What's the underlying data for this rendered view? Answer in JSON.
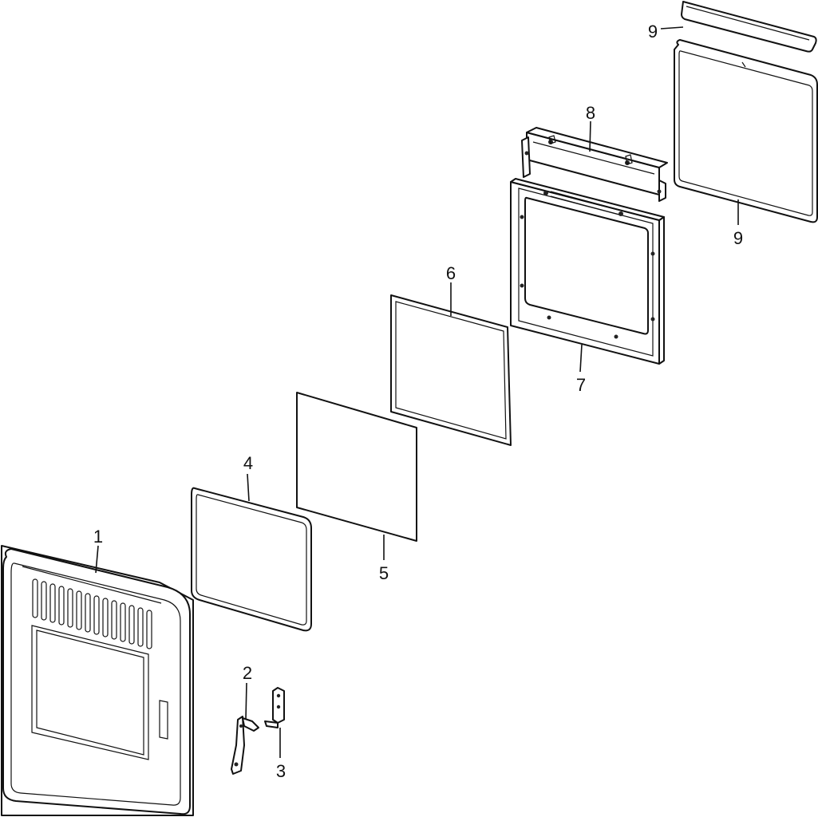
{
  "diagram": {
    "type": "exploded-parts-view",
    "callouts": {
      "c1": "1",
      "c2": "2",
      "c3": "3",
      "c4": "4",
      "c5": "5",
      "c6": "6",
      "c7": "7",
      "c8": "8",
      "c9a": "9",
      "c9b": "9"
    }
  }
}
